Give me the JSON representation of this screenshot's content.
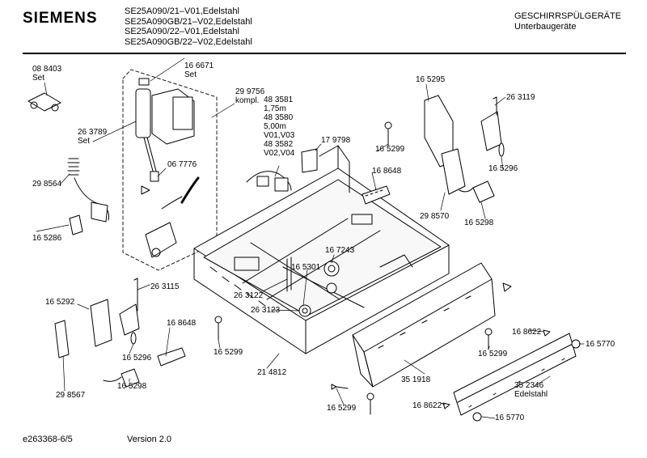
{
  "header": {
    "brand": "SIEMENS",
    "models": [
      "SE25A090/21–V01,Edelstahl",
      "SE25A090GB/21–V02,Edelstahl",
      "SE25A090/22–V01,Edelstahl",
      "SE25A090GB/22–V02,Edelstahl"
    ],
    "category": "GESCHIRRSPÜLGERÄTE",
    "subcategory": "Unterbaugeräte"
  },
  "footer": {
    "code": "e263368-6/5",
    "version": "Version 2.0"
  },
  "parts": [
    {
      "id": "p-088403",
      "lines": [
        "08 8403",
        "Set"
      ]
    },
    {
      "id": "p-166671",
      "lines": [
        "16 6671",
        "Set"
      ]
    },
    {
      "id": "p-299756",
      "lines": [
        "29 9756",
        "kompl."
      ]
    },
    {
      "id": "p-263789",
      "lines": [
        "26 3789",
        "Set"
      ]
    },
    {
      "id": "p-067776",
      "lines": [
        "06 7776"
      ]
    },
    {
      "id": "p-298564",
      "lines": [
        "29 8564"
      ]
    },
    {
      "id": "p-165286",
      "lines": [
        "16 5286"
      ]
    },
    {
      "id": "p-483581",
      "lines": [
        "48 3581",
        "1,75m",
        "48 3580",
        "5,00m",
        "V01,V03",
        "48 3582",
        "V02,V04"
      ]
    },
    {
      "id": "p-179798",
      "lines": [
        "17 9798"
      ]
    },
    {
      "id": "p-165295",
      "lines": [
        "16 5295"
      ]
    },
    {
      "id": "p-263119",
      "lines": [
        "26 3119"
      ]
    },
    {
      "id": "p-165299a",
      "lines": [
        "16 5299"
      ]
    },
    {
      "id": "p-165296a",
      "lines": [
        "16 5296"
      ]
    },
    {
      "id": "p-168648a",
      "lines": [
        "16 8648"
      ]
    },
    {
      "id": "p-298570",
      "lines": [
        "29 8570"
      ]
    },
    {
      "id": "p-165298a",
      "lines": [
        "16 5298"
      ]
    },
    {
      "id": "p-167243",
      "lines": [
        "16 7243"
      ]
    },
    {
      "id": "p-165301",
      "lines": [
        "16 5301"
      ]
    },
    {
      "id": "p-263122",
      "lines": [
        "26 3122"
      ]
    },
    {
      "id": "p-263123",
      "lines": [
        "26 3123"
      ]
    },
    {
      "id": "p-165292",
      "lines": [
        "16 5292"
      ]
    },
    {
      "id": "p-263115",
      "lines": [
        "26 3115"
      ]
    },
    {
      "id": "p-168648b",
      "lines": [
        "16 8648"
      ]
    },
    {
      "id": "p-165296b",
      "lines": [
        "16 5296"
      ]
    },
    {
      "id": "p-165299b",
      "lines": [
        "16 5299"
      ]
    },
    {
      "id": "p-298567",
      "lines": [
        "29 8567"
      ]
    },
    {
      "id": "p-165298b",
      "lines": [
        "16 5298"
      ]
    },
    {
      "id": "p-214812",
      "lines": [
        "21 4812"
      ]
    },
    {
      "id": "p-351918",
      "lines": [
        "35 1918"
      ]
    },
    {
      "id": "p-165299c",
      "lines": [
        "16 5299"
      ]
    },
    {
      "id": "p-168622a",
      "lines": [
        "16 8622"
      ]
    },
    {
      "id": "p-165770a",
      "lines": [
        "16 5770"
      ]
    },
    {
      "id": "p-165299d",
      "lines": [
        "16 5299"
      ]
    },
    {
      "id": "p-352346",
      "lines": [
        "35 2346",
        "Edelstahl"
      ]
    },
    {
      "id": "p-168622b",
      "lines": [
        "16 8622"
      ]
    },
    {
      "id": "p-165770b",
      "lines": [
        "16 5770"
      ]
    }
  ]
}
